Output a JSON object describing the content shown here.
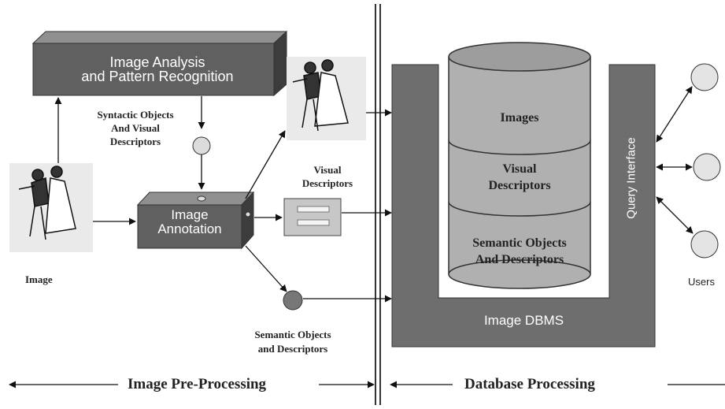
{
  "boxes": {
    "analysis": "Image Analysis\nand Pattern Recognition",
    "annotation": "Image\nAnnotation",
    "dbms": "Image DBMS",
    "query_interface": "Query Interface"
  },
  "database_layers": [
    "Images",
    "Visual\nDescriptors",
    "Semantic Objects\nAnd Descriptors"
  ],
  "labels": {
    "syntactic": "Syntactic Objects\nAnd Visual\nDescriptors",
    "visual_desc": "Visual\nDescriptors",
    "image": "Image",
    "semantic": "Semantic Objects\nand Descriptors",
    "users": "Users"
  },
  "sections": {
    "left": "Image Pre-Processing",
    "right": "Database Processing"
  },
  "colors": {
    "box_dark": "#606060",
    "box_top": "#909090",
    "dbms_gray": "#6e6e6e",
    "cylinder": "#b0b0b0",
    "user_node": "#e4e4e4",
    "semantic_node": "#777777"
  }
}
